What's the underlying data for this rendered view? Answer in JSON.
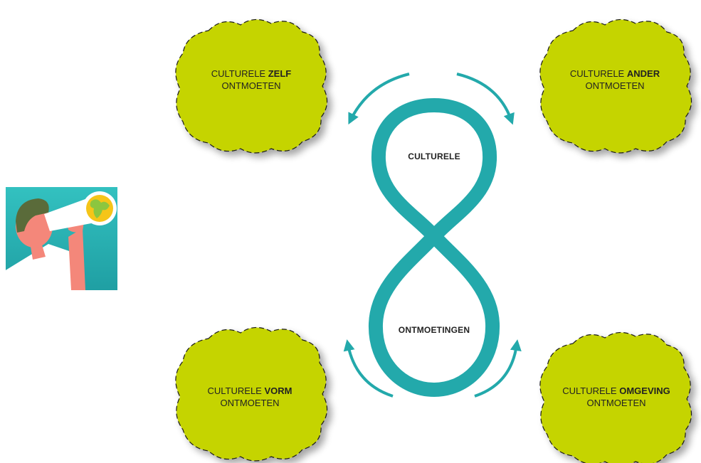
{
  "clouds": {
    "top_left": {
      "prefix": "CULTURELE",
      "keyword": "ZELF",
      "line2": "ONTMOETEN"
    },
    "top_right": {
      "prefix": "CULTURELE",
      "keyword": "ANDER",
      "line2": "ONTMOETEN"
    },
    "bottom_left": {
      "prefix": "CULTURELE",
      "keyword": "VORM",
      "line2": "ONTMOETEN"
    },
    "bottom_right": {
      "prefix": "CULTURELE",
      "keyword": "OMGEVING",
      "line2": "ONTMOETEN"
    }
  },
  "center": {
    "top_label": "CULTURELE",
    "bottom_label": "ONTMOETINGEN"
  },
  "colors": {
    "cloud_fill": "#c5d400",
    "teal": "#23a9ab",
    "icon_bg": "#2fbcbc",
    "skin": "#f4877a",
    "hair": "#5a6b3a",
    "shirt": "#ffffff",
    "globe_land": "#8cc63f",
    "globe_sea": "#f5c518"
  },
  "icons": {
    "logo": "binoculars-person-globe-icon"
  }
}
